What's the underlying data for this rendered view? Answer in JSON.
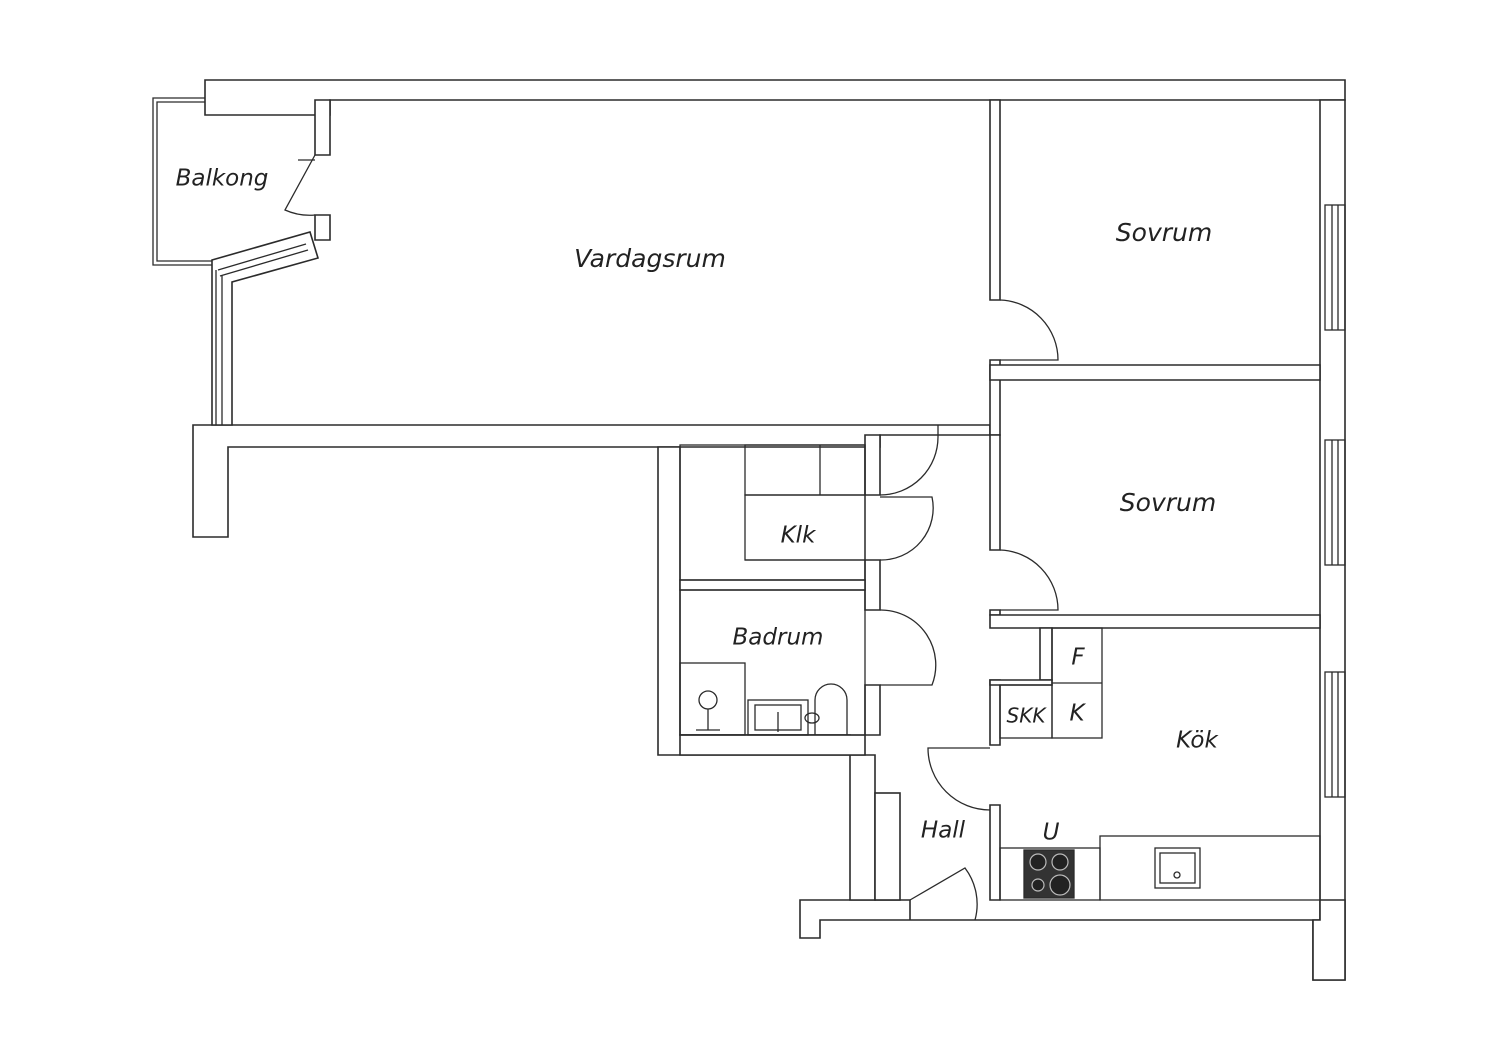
{
  "floorplan": {
    "rooms": {
      "balkong": "Balkong",
      "vardagsrum": "Vardagsrum",
      "sovrum_1": "Sovrum",
      "sovrum_2": "Sovrum",
      "klk": "Klk",
      "badrum": "Badrum",
      "kok": "Kök",
      "hall": "Hall"
    },
    "fixtures": {
      "fridge": "F",
      "freezer": "K",
      "closet": "SKK",
      "oven": "U"
    }
  }
}
